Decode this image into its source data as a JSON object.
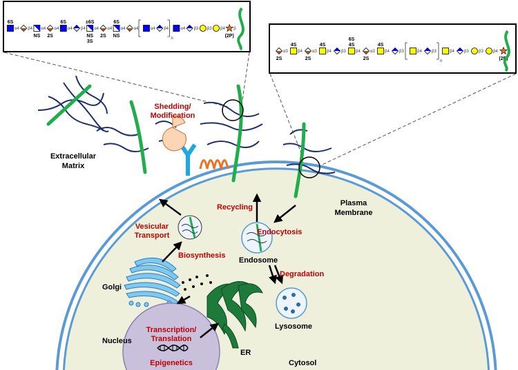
{
  "labels": {
    "ecm": [
      "Extracellular",
      "Matrix"
    ],
    "shedding": [
      "Shedding/",
      "Modification"
    ],
    "plasma_membrane": [
      "Plasma",
      "Membrane"
    ],
    "recycling": "Recycling",
    "endocytosis": "Endocytosis",
    "vesicular_transport": [
      "Vesicular",
      "Transport"
    ],
    "endosome": "Endosome",
    "degradation": "Degradation",
    "biosynthesis": "Biosynthesis",
    "golgi": "Golgi",
    "lysosome": "Lysosome",
    "transcription": [
      "Transcription/",
      "Translation"
    ],
    "epigenetics": "Epigenetics",
    "nucleus": "Nucleus",
    "er": "ER",
    "cytosol": "Cytosol"
  },
  "colors": {
    "membrane": "#5b9bd5",
    "cytosol": "#eef0dc",
    "core_protein": "#1fae4b",
    "gag_chain": "#1f2f6b",
    "label_red": "#c00000",
    "glcnac": "#0000ff",
    "gal": "#ffff00",
    "idoa": "#a0522d",
    "xyl": "#f07020"
  },
  "glycan_left": {
    "repeat_label": "n",
    "residues": [
      {
        "shape": "square-blue",
        "top": [
          "6S"
        ],
        "bottom": [],
        "link": "α4"
      },
      {
        "shape": "diamond-brown",
        "top": [],
        "bottom": [],
        "link": "β4"
      },
      {
        "shape": "square-half",
        "top": [],
        "bottom": [
          "NS"
        ],
        "link": "α4"
      },
      {
        "shape": "diamond-brown",
        "top": [],
        "bottom": [
          "2S"
        ],
        "link": "α4"
      },
      {
        "shape": "square-blue",
        "top": [
          "6S"
        ],
        "bottom": [],
        "link": "α4"
      },
      {
        "shape": "diamond-blue",
        "top": [],
        "bottom": [],
        "link": "β4"
      },
      {
        "shape": "square-half",
        "top": [
          "±6S"
        ],
        "bottom": [
          "NS",
          "3S"
        ],
        "link": "α4"
      },
      {
        "shape": "diamond-brown",
        "top": [],
        "bottom": [
          "2S"
        ],
        "link": "α4"
      },
      {
        "shape": "square-half",
        "top": [
          "6S"
        ],
        "bottom": [
          "NS"
        ],
        "link": "α4"
      },
      {
        "shape": "diamond-brown",
        "top": [],
        "bottom": [],
        "link": "α4",
        "bracket_after": "open"
      },
      {
        "shape": "square-blue",
        "top": [],
        "bottom": [],
        "link": "α4"
      },
      {
        "shape": "diamond-blue",
        "top": [],
        "bottom": [],
        "link": "β4",
        "bracket_after": "close"
      },
      {
        "shape": "square-blue",
        "top": [],
        "bottom": [],
        "link": "α4"
      },
      {
        "shape": "diamond-blue",
        "top": [],
        "bottom": [],
        "link": "β3"
      },
      {
        "shape": "circle-yellow",
        "top": [],
        "bottom": [],
        "link": "β3"
      },
      {
        "shape": "circle-yellow",
        "top": [],
        "bottom": [],
        "link": "β4"
      },
      {
        "shape": "star",
        "top": [],
        "bottom": [
          "(2P)"
        ],
        "link": "β"
      }
    ]
  },
  "glycan_right": {
    "repeat_label": "n",
    "residues": [
      {
        "shape": "diamond-brown",
        "top": [],
        "bottom": [
          "2S"
        ],
        "link": "α3"
      },
      {
        "shape": "square-yellow",
        "top": [
          "4S"
        ],
        "bottom": [],
        "link": "β4"
      },
      {
        "shape": "diamond-brown",
        "top": [],
        "bottom": [
          "2S"
        ],
        "link": "α3"
      },
      {
        "shape": "square-yellow",
        "top": [
          "4S"
        ],
        "bottom": [],
        "link": "β4"
      },
      {
        "shape": "diamond-blue",
        "top": [],
        "bottom": [],
        "link": "β3"
      },
      {
        "shape": "square-yellow",
        "top": [
          "6S",
          "4S"
        ],
        "bottom": [],
        "link": "β4"
      },
      {
        "shape": "diamond-brown",
        "top": [],
        "bottom": [
          "2S"
        ],
        "link": "α3"
      },
      {
        "shape": "square-yellow",
        "top": [
          "4S"
        ],
        "bottom": [],
        "link": "β4"
      },
      {
        "shape": "diamond-blue",
        "top": [],
        "bottom": [],
        "link": "β3",
        "bracket_after": "open"
      },
      {
        "shape": "square-yellow",
        "top": [],
        "bottom": [],
        "link": "β4"
      },
      {
        "shape": "diamond-blue",
        "top": [],
        "bottom": [],
        "link": "β3",
        "bracket_after": "close"
      },
      {
        "shape": "square-yellow",
        "top": [],
        "bottom": [],
        "link": "β4"
      },
      {
        "shape": "diamond-blue",
        "top": [],
        "bottom": [],
        "link": "β3"
      },
      {
        "shape": "circle-yellow",
        "top": [],
        "bottom": [],
        "link": "β3"
      },
      {
        "shape": "circle-yellow",
        "top": [],
        "bottom": [],
        "link": "β4"
      },
      {
        "shape": "star",
        "top": [],
        "bottom": [
          "(2P)"
        ],
        "link": "β"
      }
    ]
  }
}
